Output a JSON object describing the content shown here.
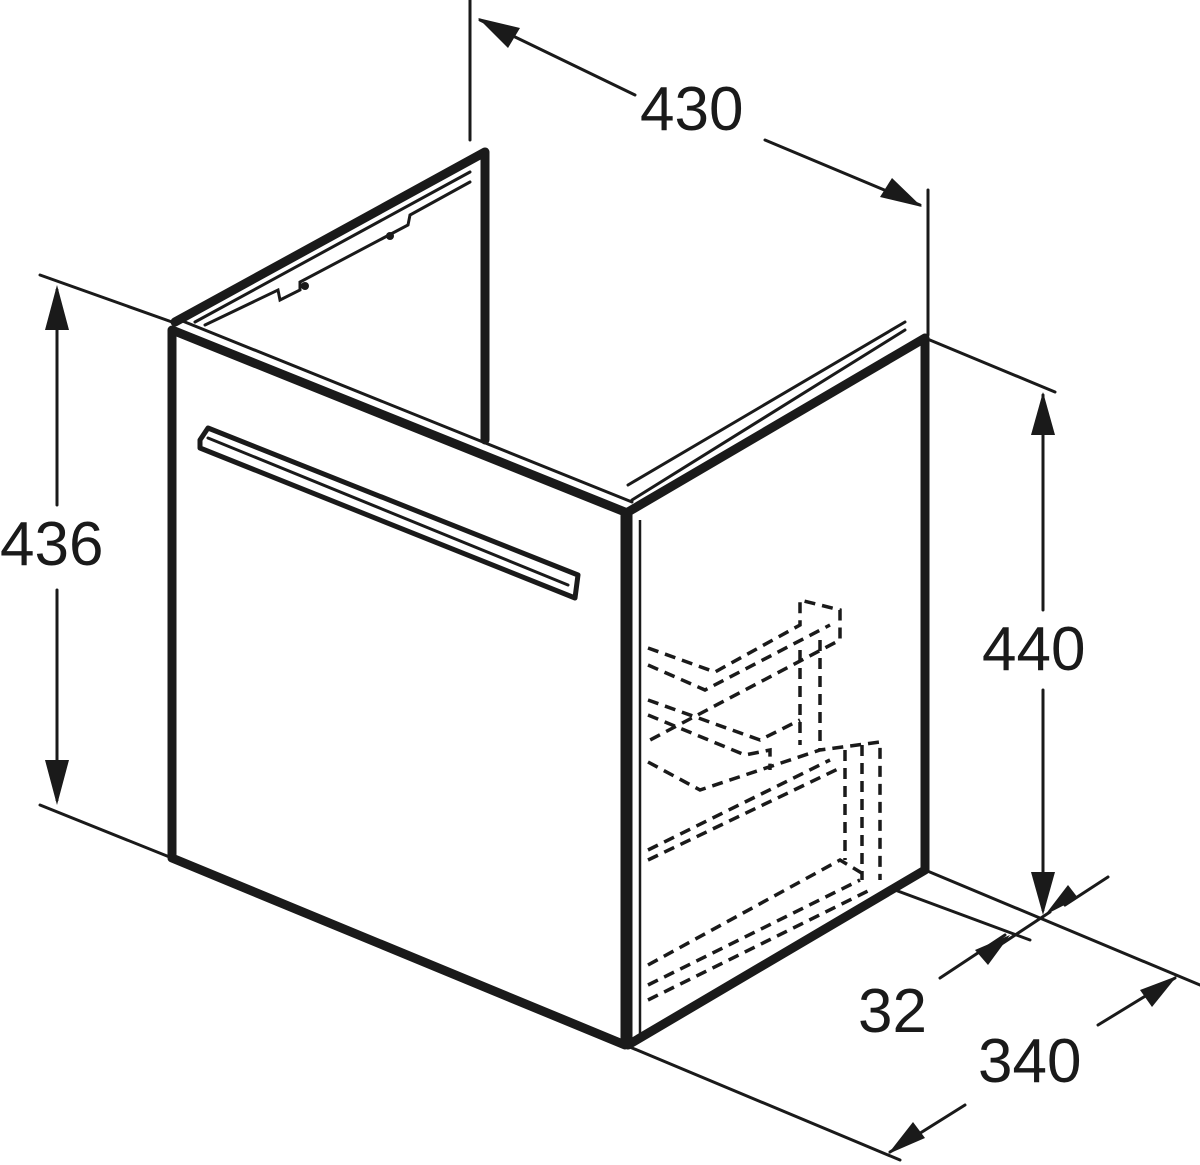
{
  "drawing": {
    "subject": "vanity-unit-with-drawer",
    "line_color": "#1a1a1a",
    "background": "#ffffff"
  },
  "dimensions": {
    "width": "430",
    "height_front": "436",
    "height_side": "440",
    "recess": "32",
    "depth": "340"
  }
}
